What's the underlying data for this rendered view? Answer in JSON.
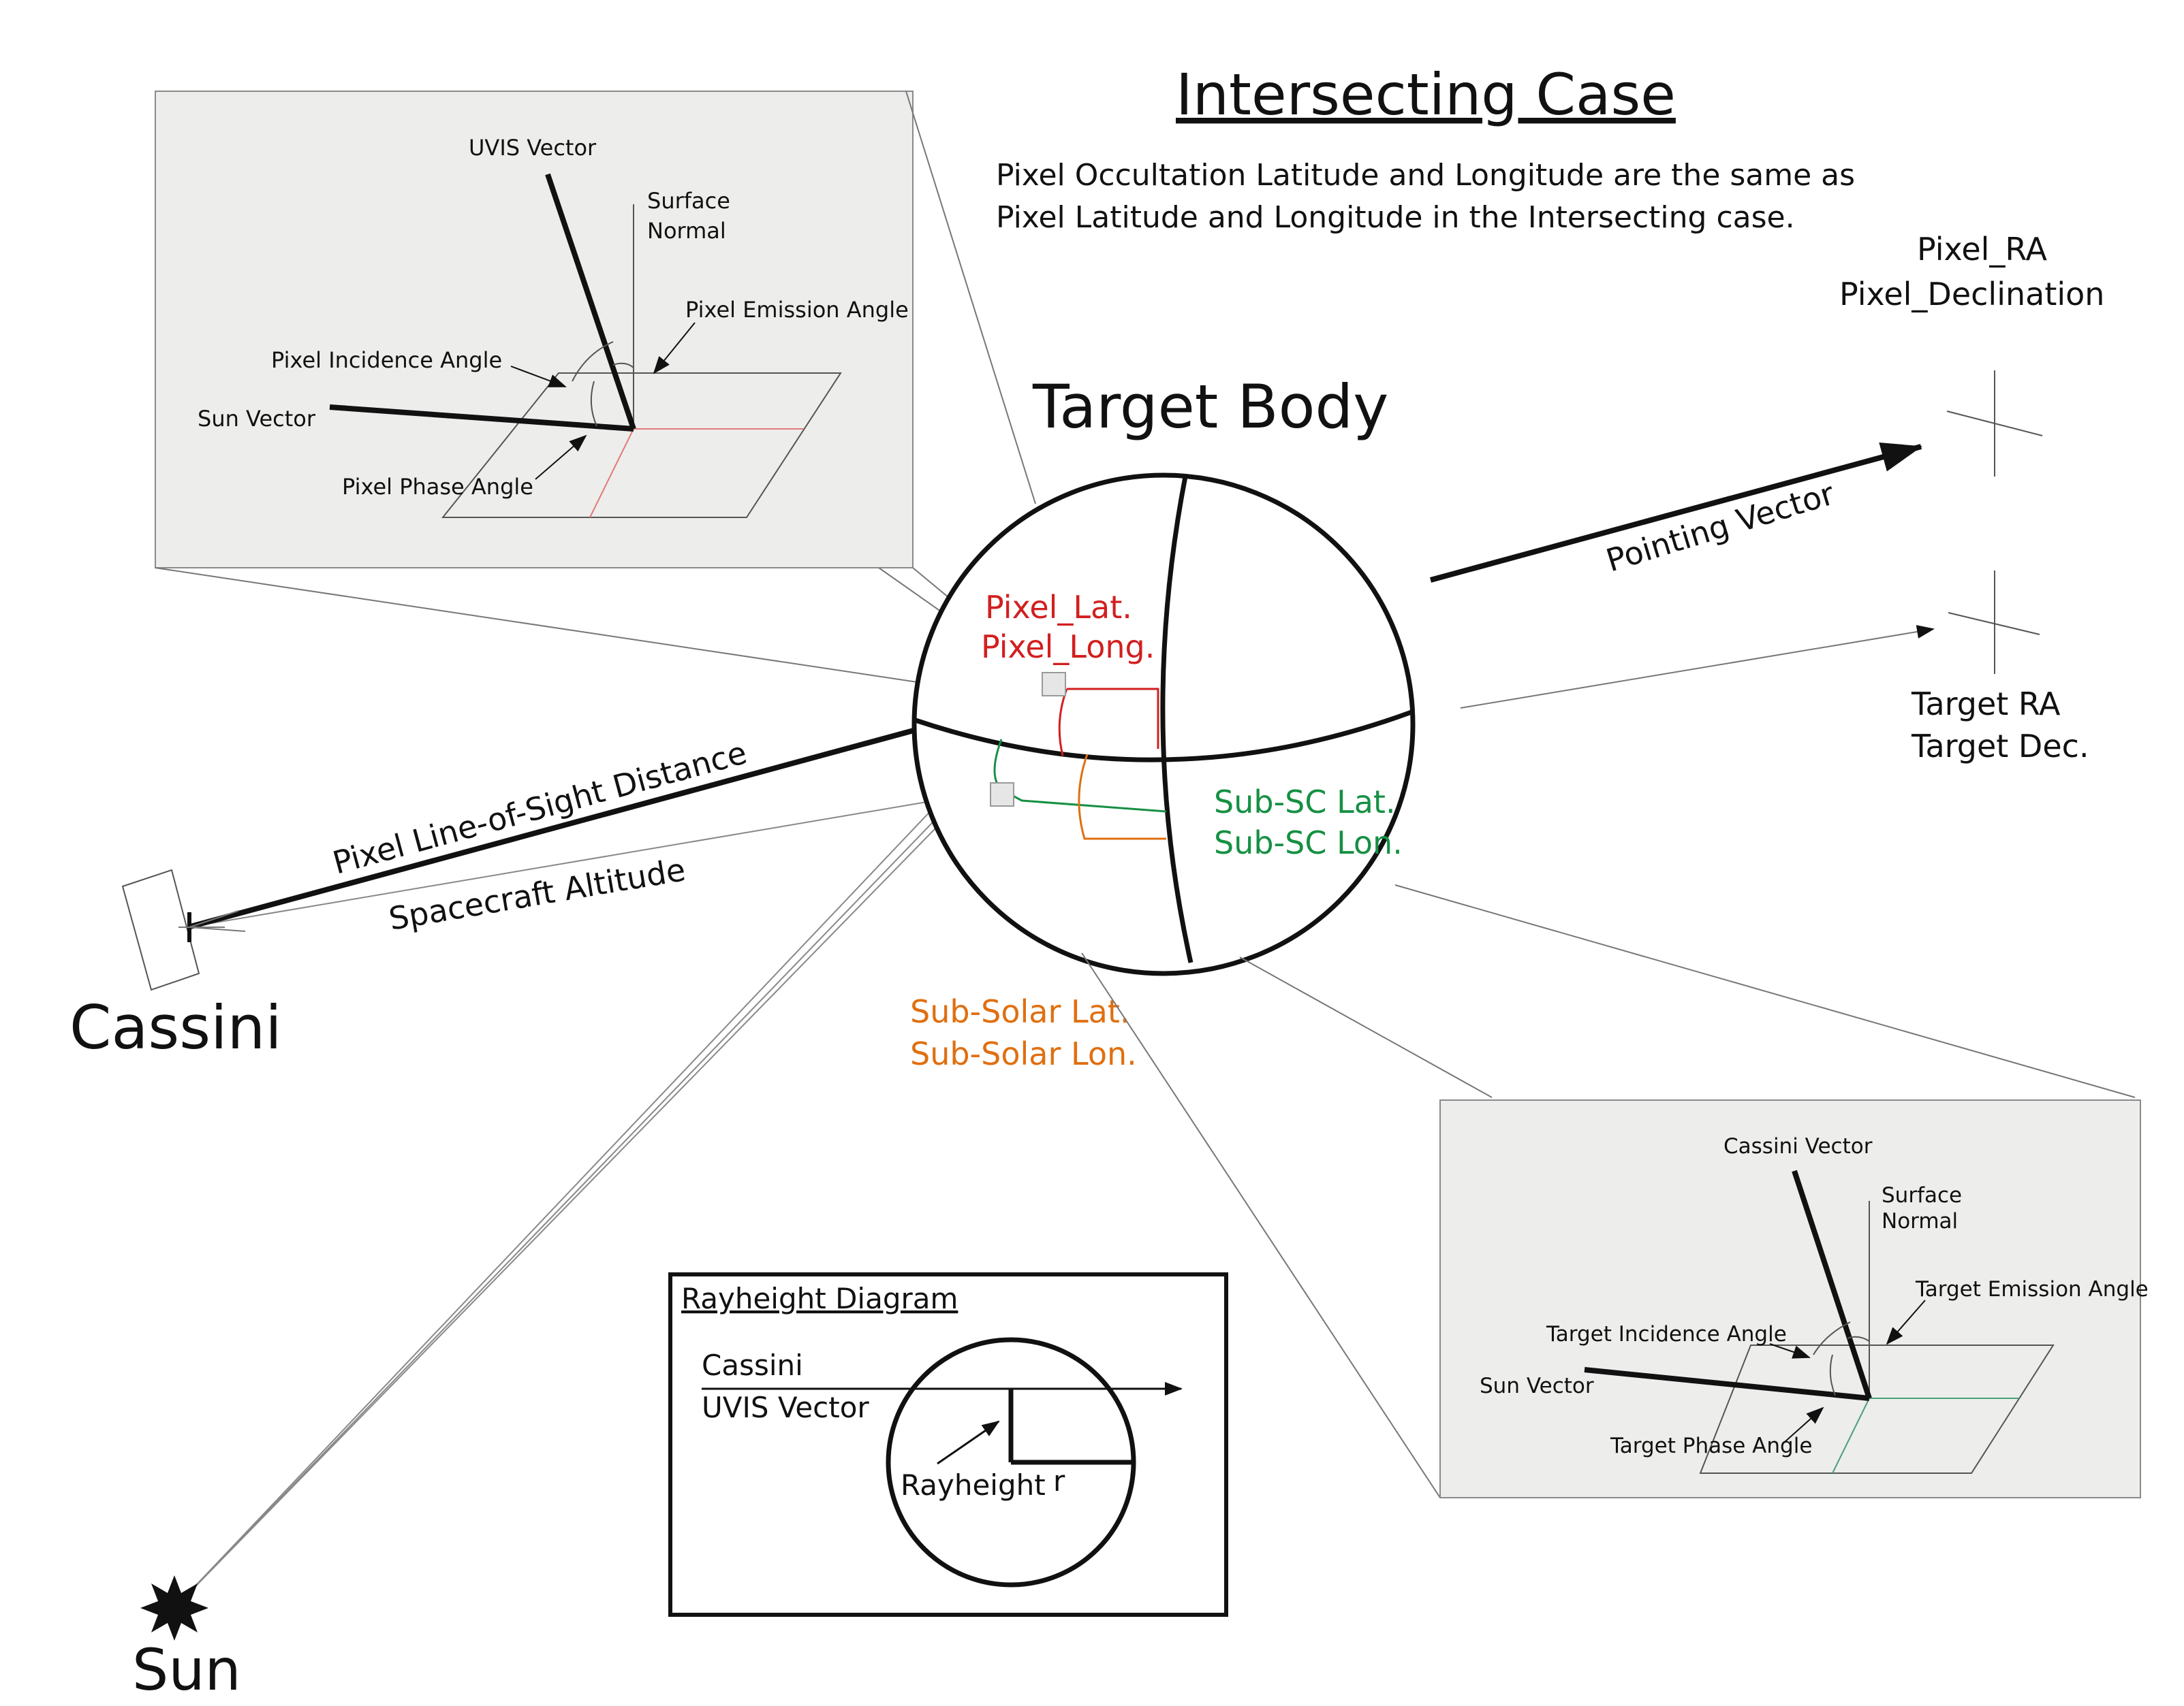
{
  "title": "Intersecting Case",
  "note": {
    "line1": "Pixel Occultation Latitude and Longitude are the same as",
    "line2": "Pixel Latitude and Longitude in the Intersecting case."
  },
  "target_body_label": "Target Body",
  "pixel_ra": {
    "line1": "Pixel_RA",
    "line2": "Pixel_Declination"
  },
  "target_ra": {
    "line1": "Target RA",
    "line2": "Target Dec."
  },
  "pointing_vector_label": "Pointing Vector",
  "pixel_lat": {
    "line1": "Pixel_Lat.",
    "line2": "Pixel_Long."
  },
  "sub_sc": {
    "line1": "Sub-SC Lat.",
    "line2": "Sub-SC Lon."
  },
  "sub_solar": {
    "line1": "Sub-Solar Lat.",
    "line2": "Sub-Solar Lon."
  },
  "los_distance_label": "Pixel Line-of-Sight Distance",
  "altitude_label": "Spacecraft Altitude",
  "cassini_label": "Cassini",
  "sun_label": "Sun",
  "inset_pixel": {
    "uvis_vector": "UVIS Vector",
    "surface_normal_1": "Surface",
    "surface_normal_2": "Normal",
    "emission_angle": "Pixel Emission Angle",
    "incidence_angle": "Pixel Incidence Angle",
    "sun_vector": "Sun Vector",
    "phase_angle": "Pixel Phase Angle"
  },
  "inset_target": {
    "cassini_vector": "Cassini Vector",
    "surface_normal_1": "Surface",
    "surface_normal_2": "Normal",
    "emission_angle": "Target Emission Angle",
    "incidence_angle": "Target Incidence Angle",
    "sun_vector": "Sun Vector",
    "phase_angle": "Target Phase Angle"
  },
  "rayheight": {
    "title": "Rayheight Diagram",
    "cassini": "Cassini",
    "uvis_vector": "UVIS Vector",
    "rayheight": "Rayheight",
    "r": "r"
  },
  "colors": {
    "pixel_latlon": "#d21f1f",
    "sub_sc": "#159043",
    "sub_solar": "#e06f10",
    "inset_background": "#ededeb"
  }
}
